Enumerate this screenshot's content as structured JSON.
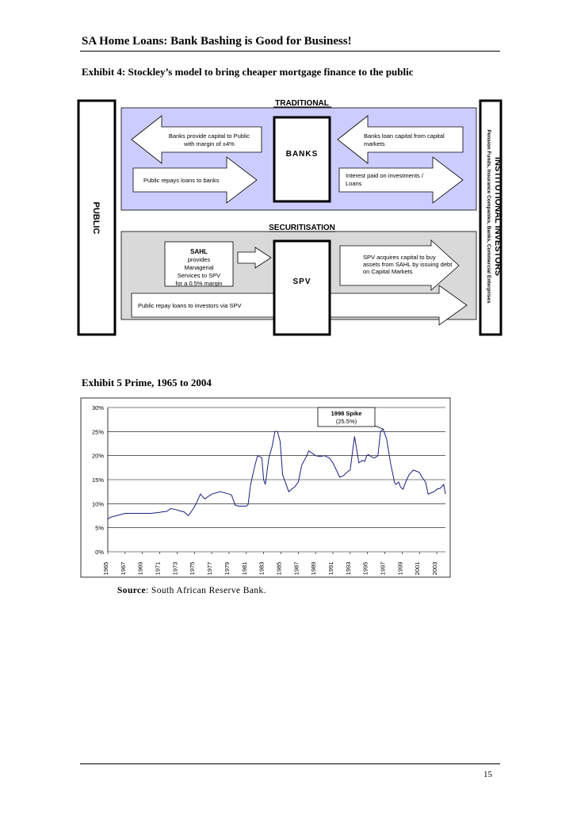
{
  "header": {
    "title": "SA Home Loans: Bank Bashing is Good for Business!"
  },
  "exhibit4": {
    "title": "Exhibit 4:   Stockley’s model to bring cheaper mortgage finance to the public",
    "public_label": "PUBLIC",
    "investors_title": "INSTITUTIONAL INVESTORS",
    "investors_subtitle": "Pension Funds, Insurance Companies, Banks, Commercial Enterprises",
    "traditional": {
      "heading": "TRADITIONAL",
      "center": "BANKS",
      "arrow_capital_line1": "Banks provide capital to Public",
      "arrow_capital_line2": "with margin of ±4%",
      "arrow_repay": "Public repays loans to banks",
      "arrow_loan_line1": "Banks loan capital from capital",
      "arrow_loan_line2": "markets",
      "arrow_interest_line1": "Interest paid on investments /",
      "arrow_interest_line2": "Loans"
    },
    "securitisation": {
      "heading": "SECURITISATION",
      "center": "SPV",
      "sahl_line1": "SAHL",
      "sahl_line2": "provides",
      "sahl_line3": "Managerial",
      "sahl_line4": "Services to SPV",
      "sahl_line5": "for a 0.5% margin",
      "spv_line1": "SPV acquires capital to buy",
      "spv_line2": "assets from SAHL by issuing debt",
      "spv_line3": "on Capital Markets",
      "repay": "Public repay loans to investors via SPV"
    }
  },
  "exhibit5": {
    "title": "Exhibit 5   Prime, 1965 to 2004",
    "source_label": "Source",
    "source_text": ": South African Reserve Bank."
  },
  "chart_data": {
    "type": "line",
    "ylim": [
      0,
      30
    ],
    "y_ticks": [
      "0%",
      "5%",
      "10%",
      "15%",
      "20%",
      "25%",
      "30%"
    ],
    "x_ticks": [
      "1965",
      "1967",
      "1969",
      "1971",
      "1973",
      "1975",
      "1977",
      "1979",
      "1981",
      "1983",
      "1985",
      "1987",
      "1989",
      "1991",
      "1993",
      "1995",
      "1997",
      "1999",
      "2001",
      "2003"
    ],
    "xlim": [
      1965,
      2004
    ],
    "grid": true,
    "line_color": "#1b1f80",
    "annotation": {
      "line1": "1998 Spike",
      "line2": "(25.5%)"
    },
    "series": [
      {
        "x": [
          1965,
          1965.3,
          1966,
          1967,
          1968,
          1969,
          1970,
          1971,
          1971.3,
          1971.8,
          1972.3,
          1973,
          1973.3,
          1973.8,
          1974.3,
          1974.9,
          1975.2,
          1975.7,
          1976.2,
          1977,
          1978,
          1979,
          1979.3,
          1979.7,
          1980.1,
          1981,
          1981.2,
          1981.5,
          1982,
          1982.3,
          1982.8,
          1983,
          1983.2,
          1983.6,
          1984,
          1984.3,
          1984.6,
          1984.9,
          1985.2,
          1985.6,
          1985.9,
          1986.2,
          1986.6,
          1987,
          1987.4,
          1988,
          1988.2,
          1988.6,
          1989,
          1989.5,
          1990,
          1990.6,
          1991,
          1991.4,
          1991.8,
          1992.2,
          1992.6,
          1993,
          1993.5,
          1994,
          1994.4,
          1994.7,
          1994.9,
          1995.1,
          1995.4,
          1995.8,
          1996.2,
          1996.5,
          1996.8,
          1997.2,
          1997.7,
          1998,
          1998.1,
          1998.3,
          1998.6,
          1998.8,
          1999.1,
          1999.4,
          1999.8,
          2000.3,
          2001,
          2001.3,
          2001.7,
          2002,
          2002.3,
          2002.7,
          2003,
          2003.4,
          2003.8,
          2004
        ],
        "y": [
          6.8,
          7.2,
          7.5,
          8.0,
          8.0,
          8.0,
          8.0,
          8.2,
          8.3,
          8.4,
          9.0,
          8.7,
          8.5,
          8.3,
          7.5,
          9.0,
          10.0,
          12.0,
          11.0,
          12.0,
          12.5,
          12.0,
          11.8,
          9.7,
          9.5,
          9.5,
          9.8,
          14.0,
          18.0,
          20.0,
          19.5,
          15.0,
          14.0,
          19.5,
          22.0,
          25.0,
          25.0,
          23.0,
          16.0,
          14.0,
          12.5,
          13.0,
          13.5,
          14.5,
          18.0,
          20.0,
          21.0,
          20.5,
          20.0,
          19.8,
          20.0,
          19.5,
          18.5,
          17.0,
          15.5,
          15.8,
          16.5,
          17.0,
          24.0,
          18.5,
          19.0,
          18.8,
          20.0,
          20.2,
          19.8,
          19.5,
          20.0,
          25.0,
          25.5,
          23.5,
          18.0,
          15.5,
          14.5,
          14.0,
          14.5,
          13.5,
          13.0,
          14.5,
          16.0,
          17.0,
          16.5,
          15.5,
          14.5,
          12.0,
          12.2,
          12.5,
          13.0,
          13.2,
          14.0,
          12.0
        ]
      }
    ]
  },
  "footer": {
    "page_number": "15"
  }
}
